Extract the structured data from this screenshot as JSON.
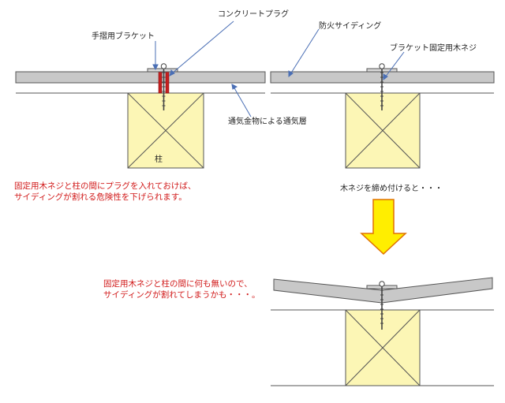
{
  "labels": {
    "bracket": "手摺用ブラケット",
    "plug": "コンクリートプラグ",
    "siding": "防火サイディング",
    "screw": "ブラケット固定用木ネジ",
    "vent": "通気金物による通気層",
    "post": "柱",
    "tighten": "木ネジを締め付けると・・・"
  },
  "notes": {
    "top_line1": "固定用木ネジと柱の間にプラグを入れておけば、",
    "top_line2": "サイディングが割れる危険性を下げられます。",
    "bottom_line1": "固定用木ネジと柱の間に何も無いので、",
    "bottom_line2": "サイディングが割れてしまうかも・・・。"
  },
  "colors": {
    "siding_fill": "#c8c8c8",
    "post_fill": "#fcf6b5",
    "plug_fill": "#c62020",
    "arrow_fill": "#ffee00",
    "arrow_stroke": "#e07000",
    "annot_line": "#4a6fb5",
    "note_text": "#d11a1a"
  }
}
